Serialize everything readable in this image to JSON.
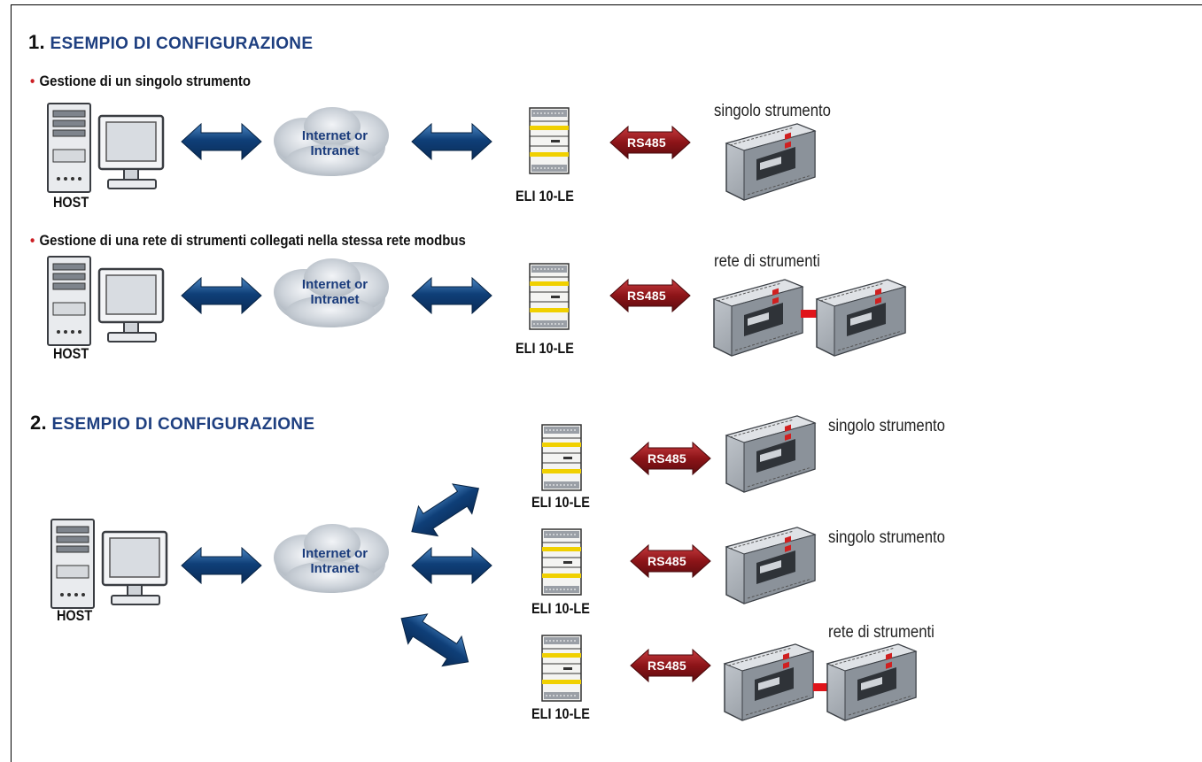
{
  "section1": {
    "number": "1.",
    "title": "ESEMPIO DI CONFIGURAZIONE",
    "bullet_a": "Gestione di un singolo strumento",
    "bullet_b": "Gestione di una rete di strumenti collegati nella stessa rete modbus"
  },
  "section2": {
    "number": "2.",
    "title": "ESEMPIO DI CONFIGURAZIONE"
  },
  "labels": {
    "host": "HOST",
    "gateway": "ELI 10-LE",
    "cloud_line1": "Internet or",
    "cloud_line2": "Intranet",
    "rs485": "RS485",
    "single": "singolo strumento",
    "network": "rete di strumenti"
  },
  "colors": {
    "title_blue": "#1e3f80",
    "arrow_blue": "#0f3f78",
    "rs485_red": "#8c1418",
    "bullet_red": "#cc1f24",
    "link_red": "#e0141a"
  },
  "icons": [
    "host-computer-icon",
    "cloud-icon",
    "double-arrow-icon",
    "eli-gateway-icon",
    "rs485-arrow-icon",
    "instrument-icon",
    "red-link-icon"
  ]
}
